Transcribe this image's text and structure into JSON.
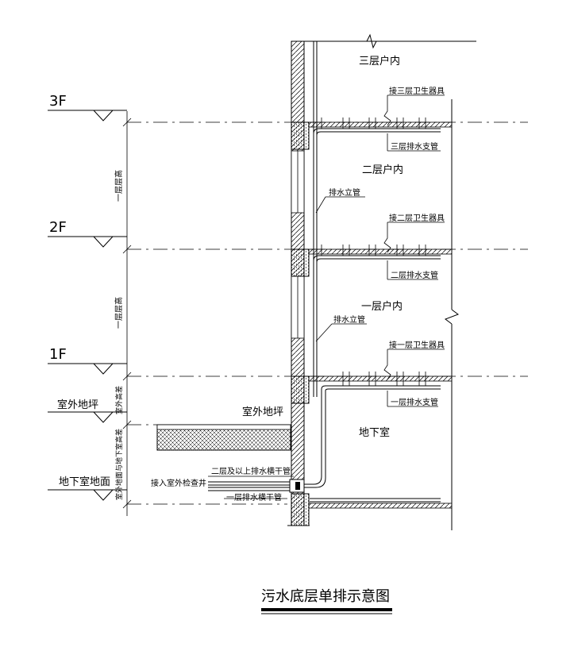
{
  "title": "污水底层单排示意图",
  "levels": {
    "f3": "3F",
    "f2": "2F",
    "f1": "1F",
    "outdoor_ground": "室外地坪",
    "basement_floor": "地下室地面"
  },
  "dimensions": {
    "storey_upper": "一层层高",
    "storey_lower": "一层层高",
    "outdoor_diff": "室外高差",
    "basement_diff": "室外地面与地下室高差"
  },
  "rooms": {
    "floor3": "三层户内",
    "floor2": "二层户内",
    "floor1": "一层户内",
    "basement": "地下室",
    "outdoor": "室外地坪"
  },
  "labels": {
    "connect_f3_fixtures": "接三层卫生器具",
    "branch_f3": "三层排水支管",
    "riser_upper": "排水立管",
    "connect_f2_fixtures": "接二层卫生器具",
    "branch_f2": "二层排水支管",
    "riser_lower": "排水立管",
    "connect_f1_fixtures": "接一层卫生器具",
    "branch_f1": "一层排水支管",
    "main_f2_above": "二层及以上排水横干管",
    "to_outdoor_manhole": "接入室外检查井",
    "main_f1": "一层排水横干管"
  }
}
